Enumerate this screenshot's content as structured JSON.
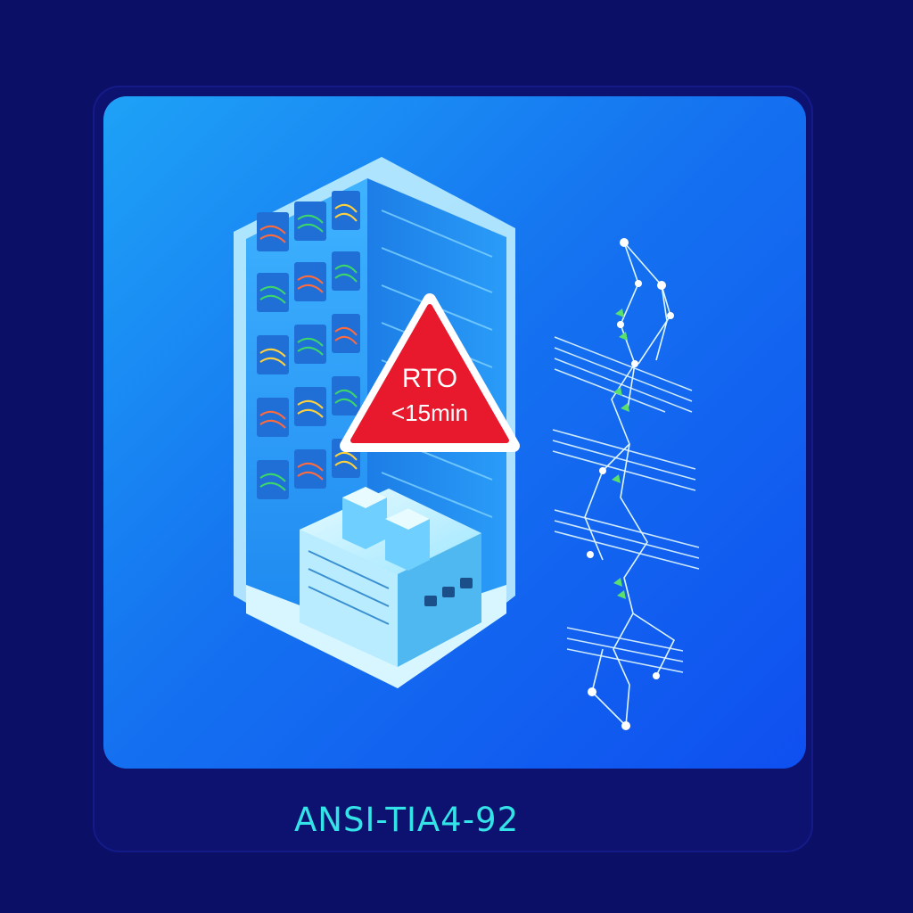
{
  "warning_badge": {
    "line1": "RTO",
    "line2": "<15min"
  },
  "caption": "ANSI-TIA4-92",
  "colors": {
    "background": "#0c0f66",
    "panel": "#1573f0",
    "warning": "#e8192c",
    "caption": "#34e3e8"
  },
  "icons": [
    "server-rack-icon",
    "warning-triangle-icon",
    "server-unit-icon",
    "network-topology-icon"
  ]
}
